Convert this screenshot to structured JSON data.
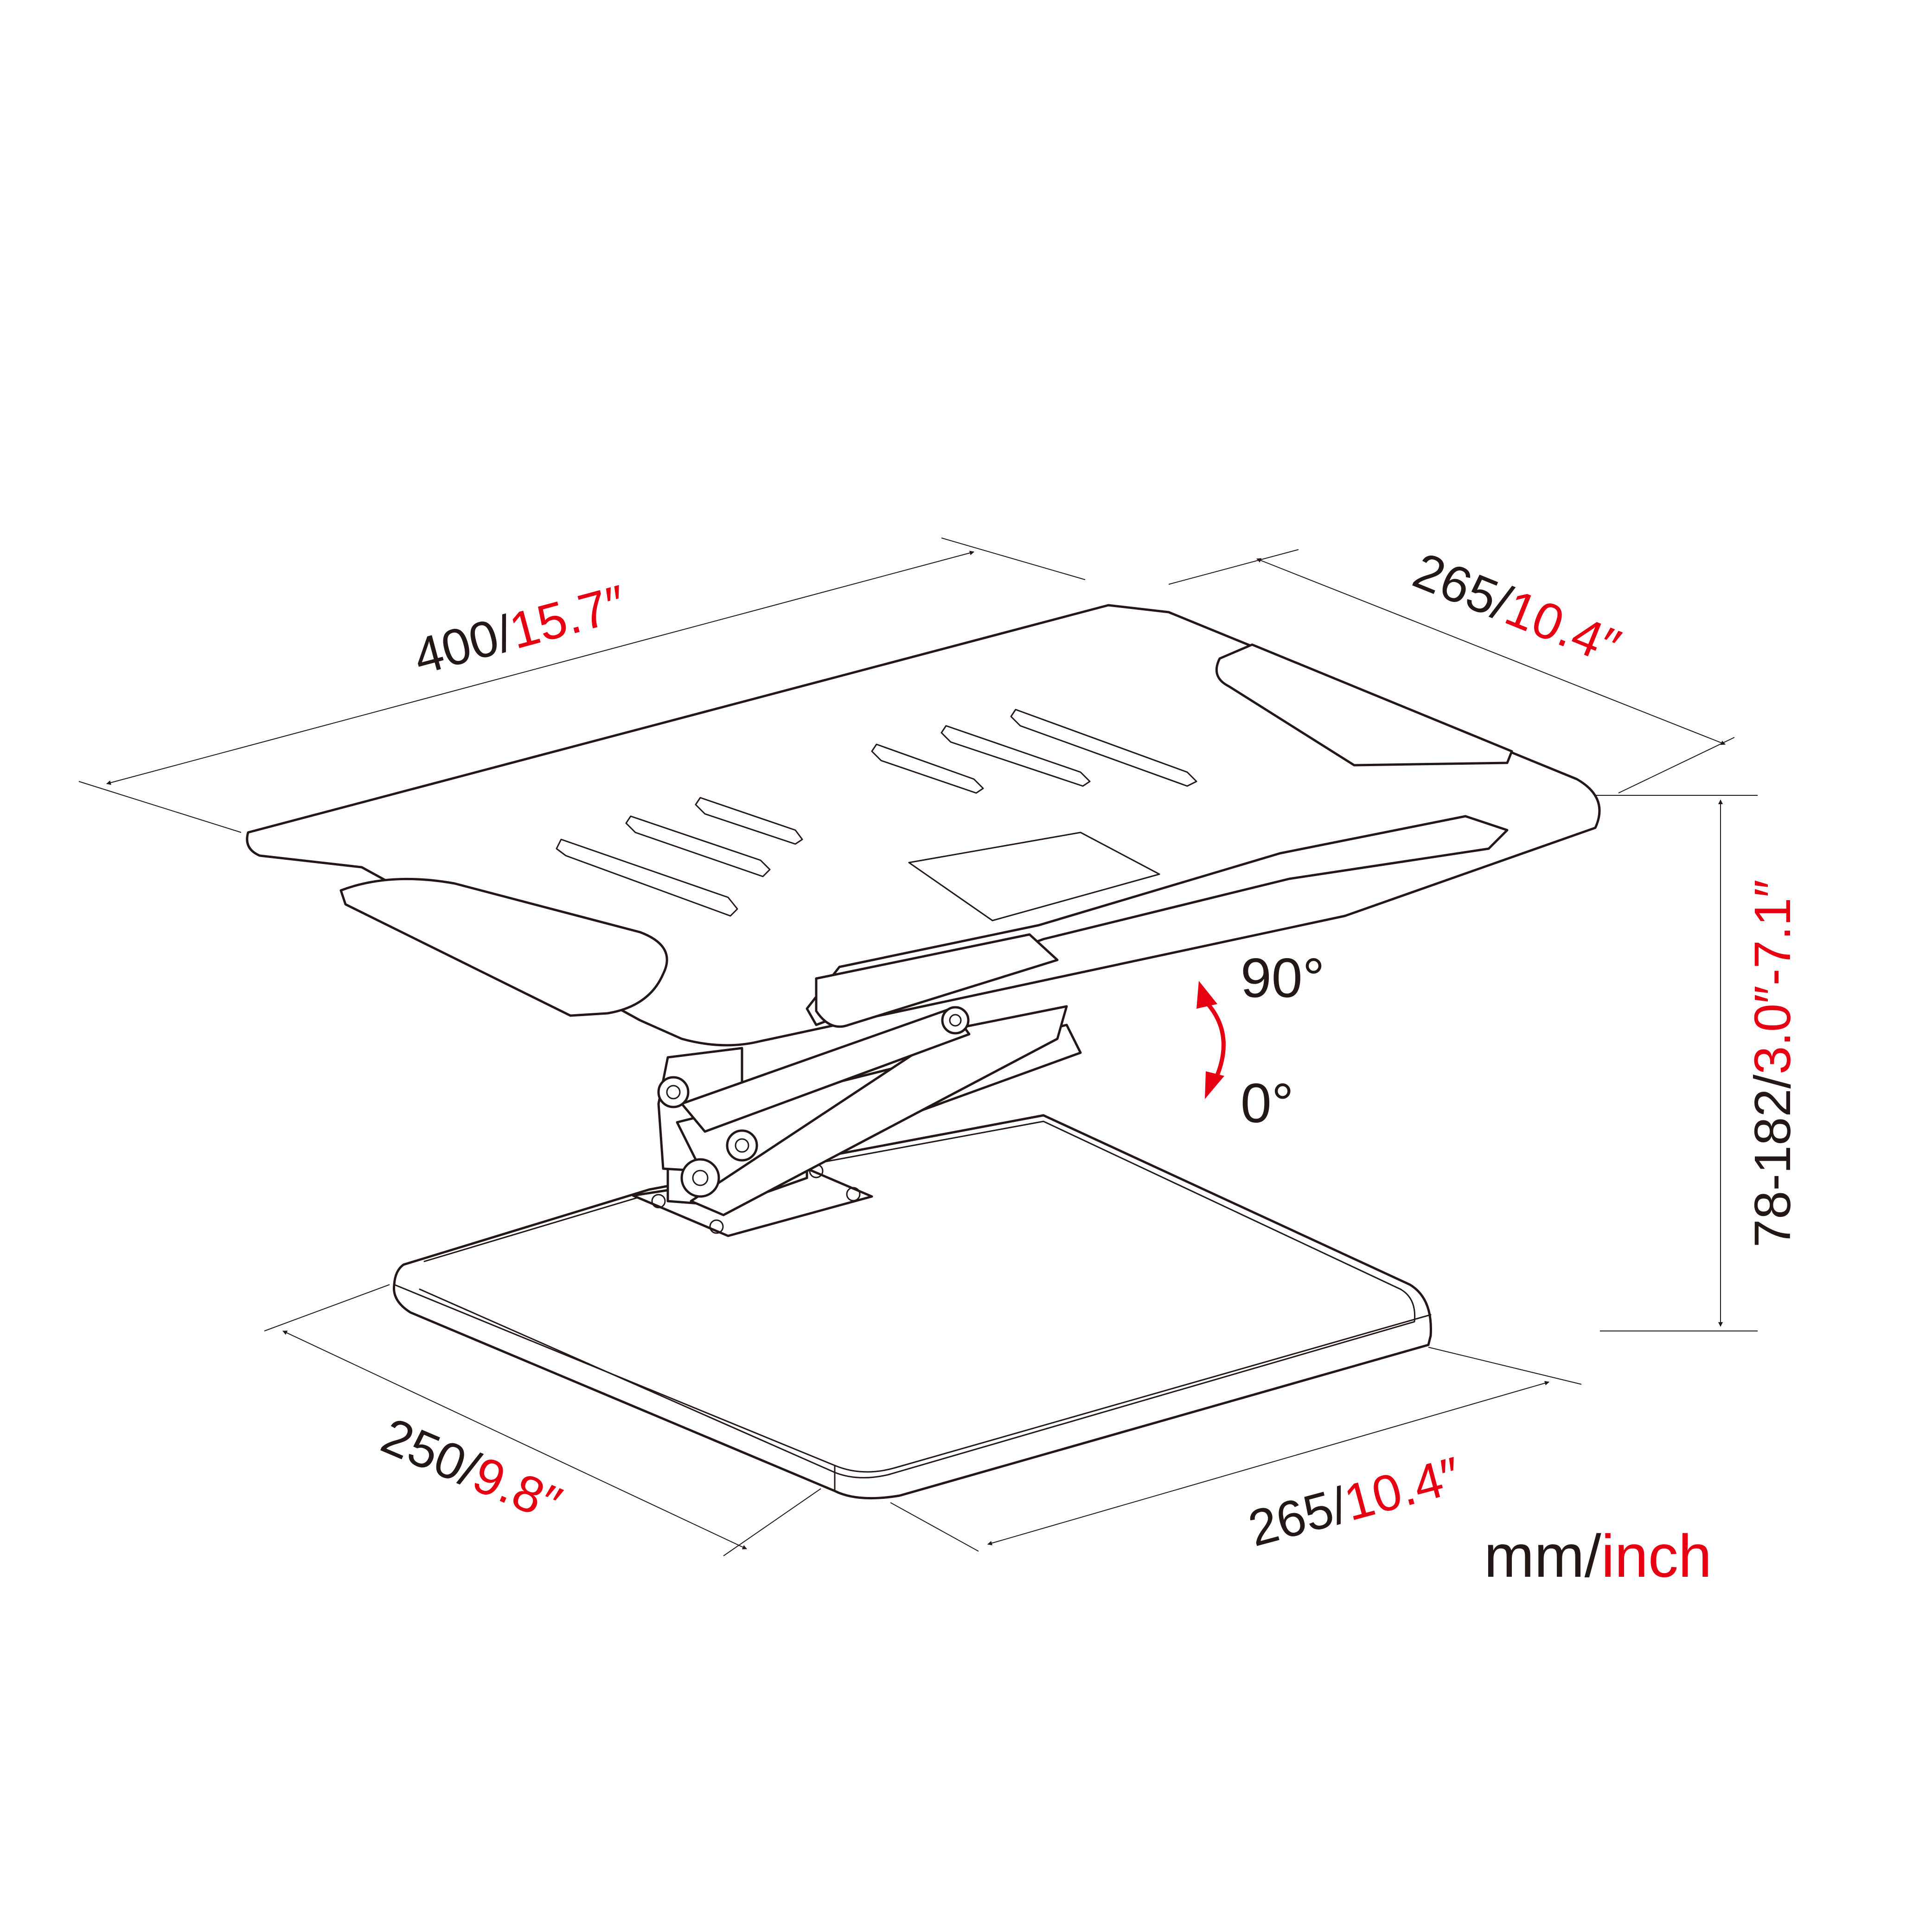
{
  "dimensions": {
    "top_width": {
      "mm": "400/",
      "inch": "15.7″"
    },
    "top_depth": {
      "mm": "265/",
      "inch": "10.4″"
    },
    "height": {
      "mm": "78-182/",
      "inch": "3.0″-7.1″"
    },
    "base_depth": {
      "mm": "250/",
      "inch": "9.8″"
    },
    "base_width": {
      "mm": "265/",
      "inch": "10.4″"
    }
  },
  "angles": {
    "max": "90°",
    "min": "0°"
  },
  "units": {
    "mm": "mm/",
    "inch": "inch"
  },
  "colors": {
    "accent": "#e60012",
    "ink": "#231815"
  }
}
